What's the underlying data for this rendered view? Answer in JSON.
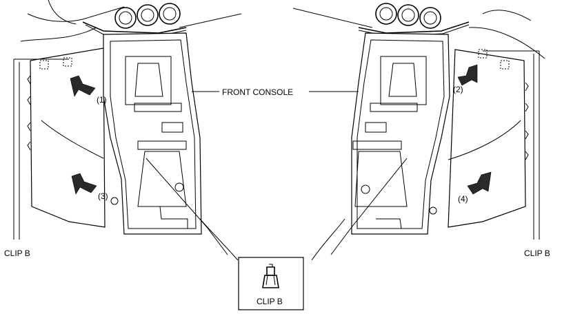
{
  "labels": {
    "front_console": "FRONT CONSOLE",
    "clip_b_left": "CLIP B",
    "clip_b_right": "CLIP B",
    "clip_b_detail": "CLIP B",
    "step_1": "(1)",
    "step_2": "(2)",
    "step_3": "(3)",
    "step_4": "(4)"
  }
}
